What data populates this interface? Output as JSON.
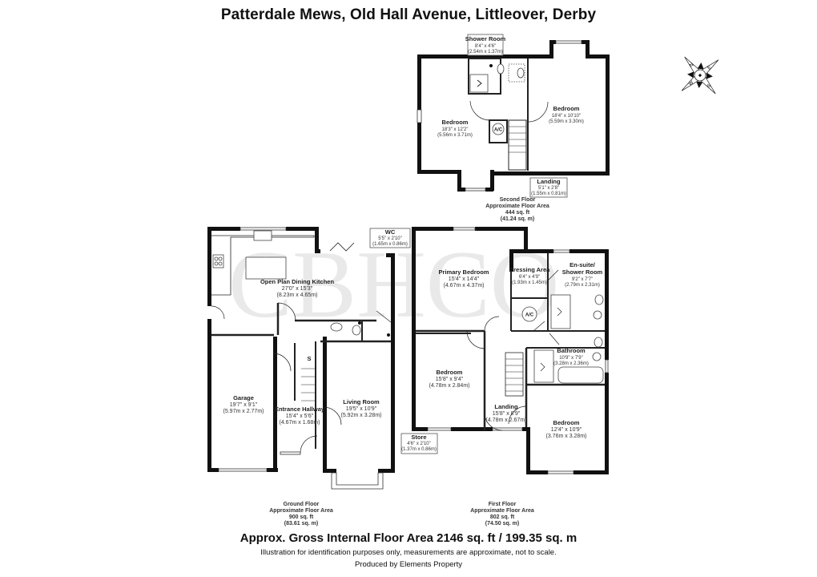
{
  "header": {
    "title": "Patterdale Mews, Old Hall Avenue, Littleover, Derby"
  },
  "watermark": "CBHCO",
  "compass": {
    "icon": "compass-rose-icon",
    "letters": [
      "N",
      "E",
      "S",
      "W"
    ]
  },
  "second_floor": {
    "name": "Second Floor",
    "area_label": "Approximate Floor Area",
    "area_sqft": "444 sq. ft",
    "area_sqm": "(41.24 sq. m)",
    "rooms": {
      "shower_room": {
        "name": "Shower Room",
        "imperial": "8'4\" x 4'6\"",
        "metric": "(2.54m x 1.37m)"
      },
      "bedroom_left": {
        "name": "Bedroom",
        "imperial": "18'3\" x 12'2\"",
        "metric": "(5.56m x 3.71m)"
      },
      "bedroom_right": {
        "name": "Bedroom",
        "imperial": "18'4\" x 10'10\"",
        "metric": "(5.59m x 3.30m)"
      },
      "landing": {
        "name": "Landing",
        "imperial": "5'1\" x 2'8\"",
        "metric": "(1.55m x 0.81m)"
      },
      "ac": "A/C"
    }
  },
  "ground_floor": {
    "name": "Ground Floor",
    "area_label": "Approximate Floor Area",
    "area_sqft": "900 sq. ft",
    "area_sqm": "(83.61 sq. m)",
    "rooms": {
      "kitchen": {
        "name": "Open Plan Dining Kitchen",
        "imperial": "27'0\" x 15'3\"",
        "metric": "(8.23m x 4.65m)"
      },
      "wc": {
        "name": "WC",
        "imperial": "5'5\" x 2'10\"",
        "metric": "(1.65m x 0.86m)"
      },
      "garage": {
        "name": "Garage",
        "imperial": "19'7\" x 9'1\"",
        "metric": "(5.97m x 2.77m)"
      },
      "hallway": {
        "name": "Entrance Hallway",
        "imperial": "15'4\" x 5'6\"",
        "metric": "(4.67m x 1.68m)"
      },
      "living": {
        "name": "Living Room",
        "imperial": "19'5\" x 10'9\"",
        "metric": "(5.92m x 3.28m)"
      },
      "stairs_mark": "S"
    }
  },
  "first_floor": {
    "name": "First Floor",
    "area_label": "Approximate Floor Area",
    "area_sqft": "802 sq. ft",
    "area_sqm": "(74.50 sq. m)",
    "rooms": {
      "primary": {
        "name": "Primary Bedroom",
        "imperial": "15'4\" x 14'4\"",
        "metric": "(4.67m x 4.37m)"
      },
      "dressing": {
        "name": "Dressing Area",
        "imperial": "6'4\" x 4'9\"",
        "metric": "(1.93m x 1.45m)"
      },
      "ensuite": {
        "name_1": "En-suite/",
        "name_2": "Shower Room",
        "imperial": "9'2\" x 7'7\"",
        "metric": "(2.79m x 2.31m)"
      },
      "bathroom": {
        "name": "Bathroom",
        "imperial": "10'9\" x 7'9\"",
        "metric": "(3.28m x 2.36m)"
      },
      "bedroom_mid": {
        "name": "Bedroom",
        "imperial": "15'8\" x 9'4\"",
        "metric": "(4.78m x 2.84m)"
      },
      "landing": {
        "name": "Landing",
        "imperial": "15'8\" x 8'9\"",
        "metric": "(4.78m x 2.67m)"
      },
      "bedroom_right": {
        "name": "Bedroom",
        "imperial": "12'4\" x 10'9\"",
        "metric": "(3.76m x 3.28m)"
      },
      "store": {
        "name": "Store",
        "imperial": "4'6\" x 2'10\"",
        "metric": "(1.37m x 0.86m)"
      },
      "ac": "A/C"
    }
  },
  "footer": {
    "gross_area": "Approx. Gross Internal Floor Area 2146 sq. ft / 199.35 sq. m",
    "disclaimer": "Illustration for identification purposes only, measurements are approximate, not to scale.",
    "produced_by": "Produced by Elements Property"
  }
}
